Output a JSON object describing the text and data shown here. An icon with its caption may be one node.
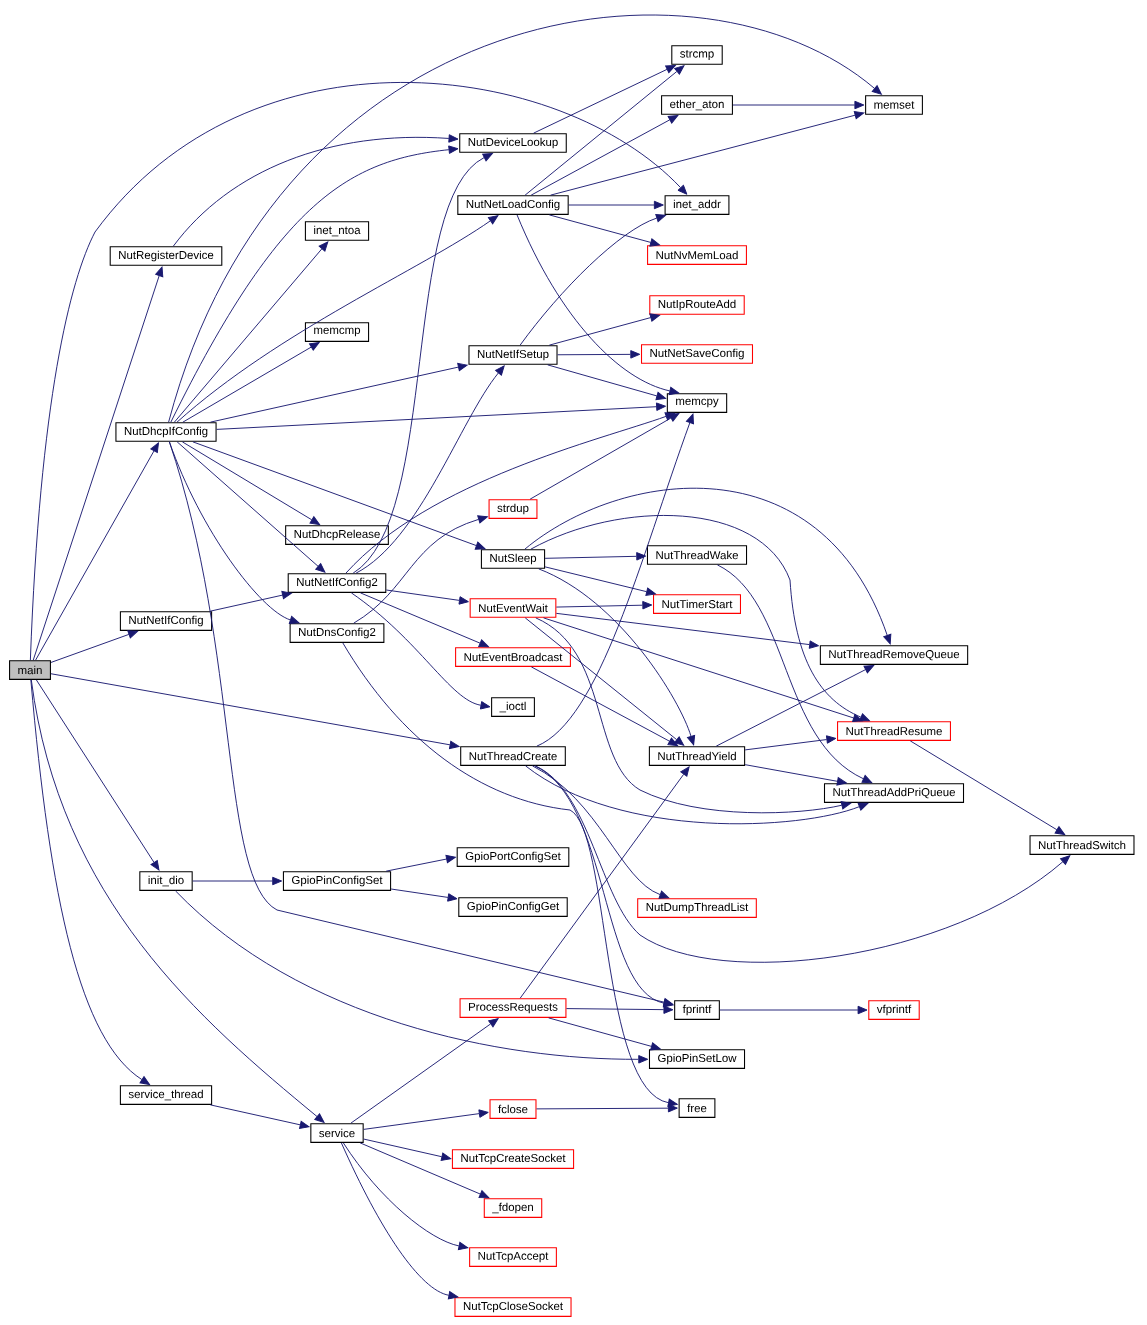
{
  "diagram": {
    "nodes": [
      {
        "text": [
          "main"
        ]
      },
      {
        "text": [
          "NutRegisterDevice"
        ]
      },
      {
        "text": [
          "NutDhcpIfConfig"
        ]
      },
      {
        "text": [
          "NutNetIfConfig"
        ]
      },
      {
        "text": [
          "init_dio"
        ]
      },
      {
        "text": [
          "service_thread"
        ]
      },
      {
        "text": [
          "inet_ntoa"
        ]
      },
      {
        "text": [
          "memcmp"
        ]
      },
      {
        "text": [
          "NutDhcpRelease"
        ]
      },
      {
        "text": [
          "NutNetIfConfig2"
        ]
      },
      {
        "text": [
          "NutDnsConfig2"
        ]
      },
      {
        "text": [
          "GpioPinConfigSet"
        ]
      },
      {
        "text": [
          "service"
        ]
      },
      {
        "text": [
          "NutDeviceLookup"
        ]
      },
      {
        "text": [
          "NutNetLoadConfig"
        ]
      },
      {
        "text": [
          "NutNetIfSetup"
        ]
      },
      {
        "text": [
          "strdup"
        ]
      },
      {
        "text": [
          "NutSleep"
        ]
      },
      {
        "text": [
          "NutEventWait"
        ]
      },
      {
        "text": [
          "NutEventBroadcast"
        ]
      },
      {
        "text": [
          "_ioctl"
        ]
      },
      {
        "text": [
          "NutThreadCreate"
        ]
      },
      {
        "text": [
          "GpioPortConfigSet"
        ]
      },
      {
        "text": [
          "GpioPinConfigGet"
        ]
      },
      {
        "text": [
          "ProcessRequests"
        ]
      },
      {
        "text": [
          "fclose"
        ]
      },
      {
        "text": [
          "NutTcpCreateSocket"
        ]
      },
      {
        "text": [
          "_fdopen"
        ]
      },
      {
        "text": [
          "NutTcpAccept"
        ]
      },
      {
        "text": [
          "NutTcpCloseSocket"
        ]
      },
      {
        "text": [
          "strcmp"
        ]
      },
      {
        "text": [
          "ether_aton"
        ]
      },
      {
        "text": [
          "inet_addr"
        ]
      },
      {
        "text": [
          "NutNvMemLoad"
        ]
      },
      {
        "text": [
          "NutIpRouteAdd"
        ]
      },
      {
        "text": [
          "NutNetSaveConfig"
        ]
      },
      {
        "text": [
          "memcpy"
        ]
      },
      {
        "text": [
          "NutThreadWake"
        ]
      },
      {
        "text": [
          "NutTimerStart"
        ]
      },
      {
        "text": [
          "NutThreadYield"
        ]
      },
      {
        "text": [
          "NutDumpThreadList"
        ]
      },
      {
        "text": [
          "fprintf"
        ]
      },
      {
        "text": [
          "GpioPinSetLow"
        ]
      },
      {
        "text": [
          "free"
        ]
      },
      {
        "text": [
          "memset"
        ]
      },
      {
        "text": [
          "NutThreadRemoveQueue"
        ]
      },
      {
        "text": [
          "NutThreadResume"
        ]
      },
      {
        "text": [
          "NutThreadAddPriQueue"
        ]
      },
      {
        "text": [
          "vfprintf"
        ]
      },
      {
        "text": [
          "NutThreadSwitch"
        ]
      }
    ],
    "edges": [
      {
        "from": 0,
        "to": 1,
        "arrow": "to"
      },
      {
        "from": 0,
        "to": 2,
        "arrow": "to"
      },
      {
        "from": 0,
        "to": 3,
        "arrow": "to"
      },
      {
        "from": 0,
        "to": 4,
        "arrow": "to"
      },
      {
        "from": 0,
        "to": 5,
        "arrow": "to"
      },
      {
        "from": 0,
        "to": 12,
        "arrow": "to"
      },
      {
        "from": 0,
        "to": 21,
        "arrow": "to"
      },
      {
        "from": 0,
        "to": 32,
        "arrow": "to"
      },
      {
        "from": 1,
        "to": 13,
        "arrow": "to"
      },
      {
        "from": 2,
        "to": 44,
        "arrow": "to"
      },
      {
        "from": 2,
        "to": 13,
        "arrow": "to"
      },
      {
        "from": 2,
        "to": 6,
        "arrow": "to"
      },
      {
        "from": 2,
        "to": 14,
        "arrow": "to"
      },
      {
        "from": 2,
        "to": 7,
        "arrow": "to"
      },
      {
        "from": 2,
        "to": 15,
        "arrow": "to"
      },
      {
        "from": 2,
        "to": 36,
        "arrow": "to"
      },
      {
        "from": 2,
        "to": 8,
        "arrow": "to"
      },
      {
        "from": 2,
        "to": 9,
        "arrow": "to"
      },
      {
        "from": 2,
        "to": 10,
        "arrow": "to"
      },
      {
        "from": 2,
        "to": 17,
        "arrow": "to"
      },
      {
        "from": 2,
        "to": 41,
        "arrow": "to"
      },
      {
        "from": 3,
        "to": 9,
        "arrow": "to"
      },
      {
        "from": 4,
        "to": 11,
        "arrow": "to"
      },
      {
        "from": 4,
        "to": 42,
        "arrow": "to"
      },
      {
        "from": 5,
        "to": 12,
        "arrow": "to"
      },
      {
        "from": 9,
        "to": 13,
        "arrow": "to"
      },
      {
        "from": 9,
        "to": 15,
        "arrow": "to"
      },
      {
        "from": 9,
        "to": 36,
        "arrow": "to"
      },
      {
        "from": 9,
        "to": 18,
        "arrow": "to"
      },
      {
        "from": 9,
        "to": 19,
        "arrow": "to"
      },
      {
        "from": 9,
        "to": 20,
        "arrow": "to"
      },
      {
        "from": 10,
        "to": 16,
        "arrow": "to"
      },
      {
        "from": 10,
        "to": 43,
        "arrow": "to"
      },
      {
        "from": 11,
        "to": 22,
        "arrow": "to"
      },
      {
        "from": 11,
        "to": 23,
        "arrow": "to"
      },
      {
        "from": 12,
        "to": 24,
        "arrow": "to"
      },
      {
        "from": 12,
        "to": 25,
        "arrow": "to"
      },
      {
        "from": 12,
        "to": 26,
        "arrow": "to"
      },
      {
        "from": 12,
        "to": 27,
        "arrow": "to"
      },
      {
        "from": 12,
        "to": 28,
        "arrow": "to"
      },
      {
        "from": 12,
        "to": 29,
        "arrow": "to"
      },
      {
        "from": 13,
        "to": 30,
        "arrow": "to"
      },
      {
        "from": 14,
        "to": 30,
        "arrow": "to"
      },
      {
        "from": 14,
        "to": 31,
        "arrow": "to"
      },
      {
        "from": 14,
        "to": 44,
        "arrow": "to"
      },
      {
        "from": 14,
        "to": 32,
        "arrow": "to"
      },
      {
        "from": 14,
        "to": 33,
        "arrow": "to"
      },
      {
        "from": 14,
        "to": 36,
        "arrow": "to"
      },
      {
        "from": 15,
        "to": 32,
        "arrow": "to"
      },
      {
        "from": 15,
        "to": 34,
        "arrow": "to"
      },
      {
        "from": 15,
        "to": 35,
        "arrow": "to"
      },
      {
        "from": 15,
        "to": 36,
        "arrow": "to"
      },
      {
        "from": 16,
        "to": 36,
        "arrow": "to"
      },
      {
        "from": 17,
        "to": 45,
        "arrow": "to"
      },
      {
        "from": 17,
        "to": 46,
        "arrow": "to"
      },
      {
        "from": 17,
        "to": 37,
        "arrow": "to"
      },
      {
        "from": 17,
        "to": 38,
        "arrow": "to"
      },
      {
        "from": 17,
        "to": 39,
        "arrow": "to"
      },
      {
        "from": 18,
        "to": 38,
        "arrow": "to"
      },
      {
        "from": 18,
        "to": 45,
        "arrow": "to"
      },
      {
        "from": 18,
        "to": 46,
        "arrow": "to"
      },
      {
        "from": 18,
        "to": 39,
        "arrow": "to"
      },
      {
        "from": 18,
        "to": 47,
        "arrow": "to"
      },
      {
        "from": 19,
        "to": 39,
        "arrow": "to"
      },
      {
        "from": 21,
        "to": 36,
        "arrow": "to"
      },
      {
        "from": 21,
        "to": 47,
        "arrow": "to"
      },
      {
        "from": 21,
        "to": 40,
        "arrow": "to"
      },
      {
        "from": 21,
        "to": 41,
        "arrow": "to"
      },
      {
        "from": 21,
        "to": 49,
        "arrow": "to"
      },
      {
        "from": 24,
        "to": 39,
        "arrow": "to"
      },
      {
        "from": 24,
        "to": 41,
        "arrow": "to"
      },
      {
        "from": 24,
        "to": 42,
        "arrow": "to"
      },
      {
        "from": 25,
        "to": 43,
        "arrow": "to"
      },
      {
        "from": 31,
        "to": 44,
        "arrow": "to"
      },
      {
        "from": 37,
        "to": 47,
        "arrow": "to"
      },
      {
        "from": 39,
        "to": 45,
        "arrow": "to"
      },
      {
        "from": 39,
        "to": 46,
        "arrow": "to"
      },
      {
        "from": 39,
        "to": 47,
        "arrow": "to"
      },
      {
        "from": 41,
        "to": 48,
        "arrow": "to"
      },
      {
        "from": 46,
        "to": 49,
        "arrow": "to"
      }
    ]
  }
}
